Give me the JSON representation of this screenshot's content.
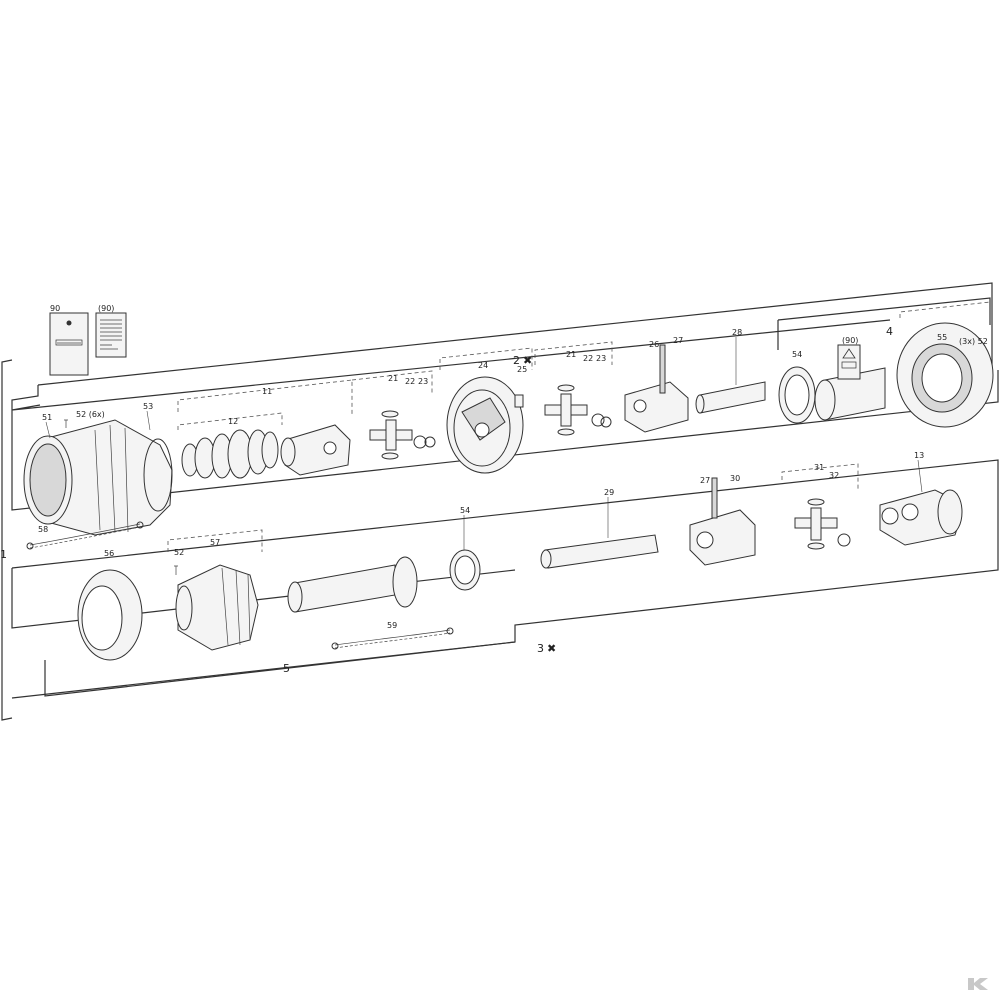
{
  "labels": {
    "n90": "90",
    "n90p": "(90)",
    "n90p_label": "(90)",
    "n1": "1",
    "n2": "2",
    "n3": "3",
    "n4": "4",
    "n5": "5",
    "n11": "11",
    "n12": "12",
    "n13": "13",
    "n21a": "21",
    "n21b": "21",
    "n22a": "22",
    "n22b": "22",
    "n23a": "23",
    "n23b": "23",
    "n24": "24",
    "n25": "25",
    "n26": "26",
    "n27a": "27",
    "n27b": "27",
    "n28": "28",
    "n29": "29",
    "n30": "30",
    "n31": "31",
    "n32": "32",
    "n51": "51",
    "n52_6x": "52 (6x)",
    "n52_3x": "(3x) 52",
    "n52": "52",
    "n53": "53",
    "n54a": "54",
    "n54b": "54",
    "n55": "55",
    "n56": "56",
    "n57": "57",
    "n58": "58",
    "n59": "59"
  },
  "icons": {
    "manual": "manual-booklet-icon",
    "sticker": "sticker-sheet-icon",
    "warning": "warning-label-icon",
    "logo": "brand-logo-icon"
  },
  "colors": {
    "line": "#333333",
    "fill": "#f4f4f4",
    "logo": "#c8c8c8"
  }
}
